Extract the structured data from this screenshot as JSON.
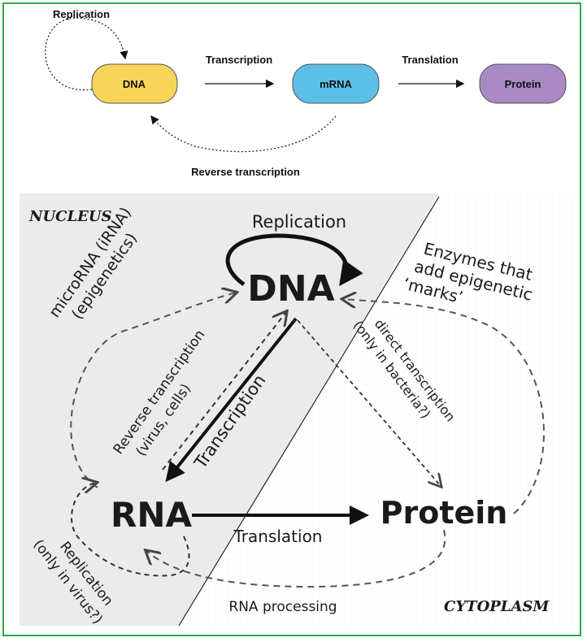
{
  "top": {
    "nodes": {
      "dna": "DNA",
      "mrna": "mRNA",
      "protein": "Protein"
    },
    "edges": {
      "replication": "Replication",
      "transcription": "Transcription",
      "translation": "Translation",
      "reverse_transcription": "Reverse transcription"
    },
    "colors": {
      "dna": "#f7d558",
      "mrna": "#5bbfe8",
      "protein": "#a98ac4",
      "border": "#2fa84f"
    }
  },
  "bottom": {
    "regions": {
      "nucleus": "NUCLEUS",
      "cytoplasm": "CYTOPLASM"
    },
    "nodes": {
      "dna": "DNA",
      "rna": "RNA",
      "protein": "Protein"
    },
    "labels": {
      "replication_top": "Replication",
      "mirna_line1": "microRNA (iRNA)",
      "mirna_line2": "(epigenetics)",
      "enzymes_line1": "Enzymes that",
      "enzymes_line2": "add epigenetic",
      "enzymes_line3": "‘marks’",
      "reverse_line1": "Reverse transcription",
      "reverse_line2": "(virus, cells)",
      "transcription": "Transcription",
      "direct_line1": "direct transcription",
      "direct_line2": "(only in bacteria?)",
      "translation": "Translation",
      "replication_virus_line1": "Replication",
      "replication_virus_line2": "(only in virus?)",
      "rna_processing": "RNA processing"
    },
    "colors": {
      "nucleus_fill": "#ebebeb"
    }
  }
}
